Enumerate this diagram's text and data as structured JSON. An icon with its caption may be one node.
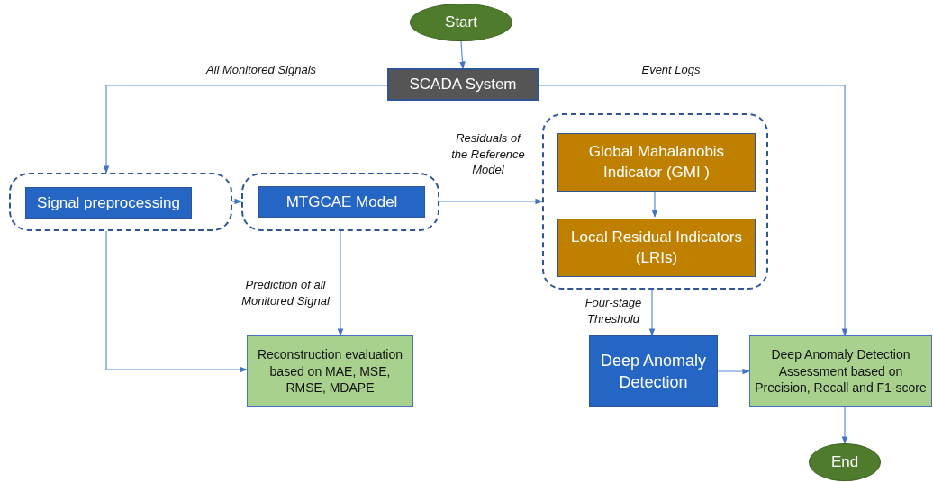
{
  "diagram": {
    "nodes": [
      {
        "text": [
          "Start"
        ]
      },
      {
        "text": [
          "SCADA System"
        ]
      },
      {
        "text": [],
        "shape": "box"
      },
      {
        "text": [
          "Signal preprocessing"
        ],
        "in": 2
      },
      {
        "text": [],
        "shape": "box"
      },
      {
        "text": [
          "MTGCAE Model"
        ],
        "in": 4
      },
      {
        "text": [],
        "shape": "box"
      },
      {
        "text": [
          "Global Mahalanobis Indicator (GMI )"
        ],
        "in": 6
      },
      {
        "text": [
          "Local Residual Indicators (LRIs)"
        ],
        "in": 6
      },
      {
        "text": [
          "Reconstruction evaluation based on MAE, MSE, RMSE, MDAPE"
        ]
      },
      {
        "text": [
          "Deep Anomaly Detection"
        ]
      },
      {
        "text": [
          "Deep Anomaly Detection Assessment based on Precision, Recall and F1-score"
        ]
      },
      {
        "text": [
          "End"
        ]
      }
    ],
    "edges": [
      {
        "from": 0,
        "to": 1,
        "arrow": "to"
      },
      {
        "from": 1,
        "to": 2,
        "arrow": "to",
        "label": "All Monitored Signals"
      },
      {
        "from": 1,
        "to": 11,
        "arrow": "to",
        "label": "Event Logs"
      },
      {
        "from": 2,
        "to": 4,
        "arrow": "to"
      },
      {
        "from": 4,
        "to": 6,
        "arrow": "to",
        "label": "Residuals of the Reference Model"
      },
      {
        "from": 7,
        "to": 8,
        "arrow": "to"
      },
      {
        "from": 6,
        "to": 10,
        "arrow": "to",
        "label": "Four-stage Threshold"
      },
      {
        "from": 4,
        "to": 9,
        "arrow": "to",
        "label": "Prediction of all Monitored Signal"
      },
      {
        "from": 2,
        "to": 9,
        "arrow": "to"
      },
      {
        "from": 10,
        "to": 11,
        "arrow": "to"
      },
      {
        "from": 11,
        "to": 12,
        "arrow": "to"
      }
    ]
  }
}
